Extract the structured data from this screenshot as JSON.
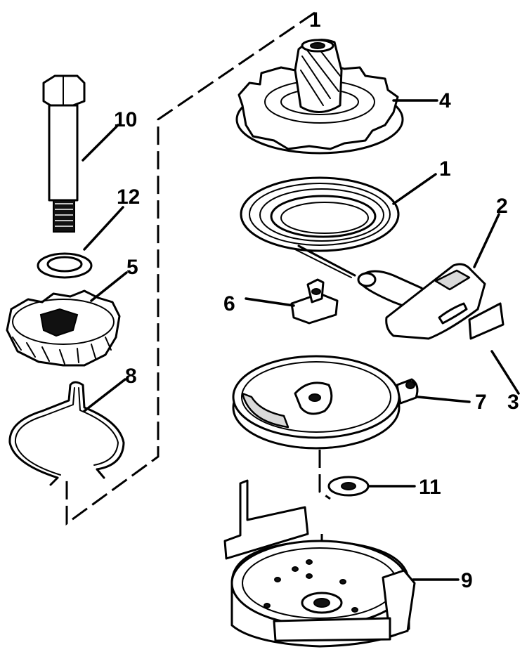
{
  "diagram": {
    "callouts": [
      {
        "id": "c1-top",
        "label": "1"
      },
      {
        "id": "c4",
        "label": "4"
      },
      {
        "id": "c1-spring",
        "label": "1"
      },
      {
        "id": "c10",
        "label": "10"
      },
      {
        "id": "c12",
        "label": "12"
      },
      {
        "id": "c2",
        "label": "2"
      },
      {
        "id": "c5",
        "label": "5"
      },
      {
        "id": "c6",
        "label": "6"
      },
      {
        "id": "c3",
        "label": "3"
      },
      {
        "id": "c8",
        "label": "8"
      },
      {
        "id": "c7",
        "label": "7"
      },
      {
        "id": "c11",
        "label": "11"
      },
      {
        "id": "c9",
        "label": "9"
      }
    ]
  }
}
